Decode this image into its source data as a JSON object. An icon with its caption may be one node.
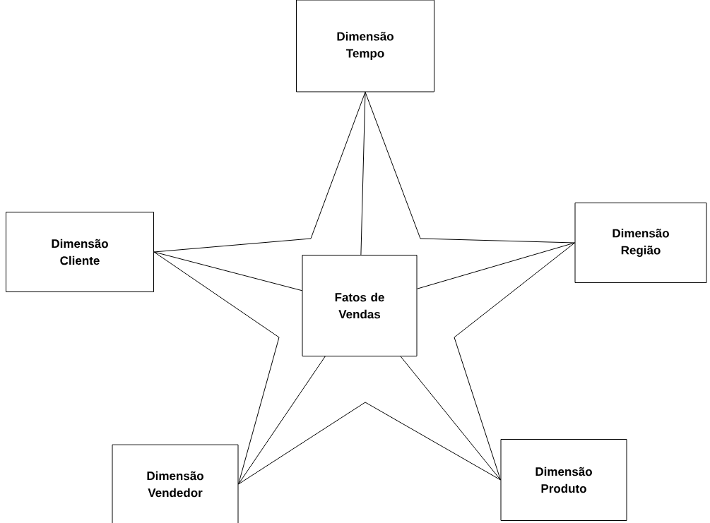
{
  "diagram": {
    "nodes": [
      {
        "text": [
          "Dimensão Tempo"
        ]
      },
      {
        "text": [
          "Dimensão Cliente"
        ]
      },
      {
        "text": [
          "Dimensão Região"
        ]
      },
      {
        "text": [
          "Fatos de Vendas"
        ]
      },
      {
        "text": [
          "Dimensão Vendedor"
        ]
      },
      {
        "text": [
          "Dimensão Produto"
        ]
      }
    ],
    "edges": [
      {
        "from": 3,
        "to": 0,
        "arrow": "none"
      },
      {
        "from": 3,
        "to": 1,
        "arrow": "none"
      },
      {
        "from": 3,
        "to": 2,
        "arrow": "none"
      },
      {
        "from": 3,
        "to": 4,
        "arrow": "none"
      },
      {
        "from": 3,
        "to": 5,
        "arrow": "none"
      },
      {
        "from": 0,
        "to": 1,
        "arrow": "none"
      },
      {
        "from": 1,
        "to": 4,
        "arrow": "none"
      },
      {
        "from": 4,
        "to": 5,
        "arrow": "none"
      },
      {
        "from": 5,
        "to": 2,
        "arrow": "none"
      },
      {
        "from": 2,
        "to": 0,
        "arrow": "none"
      }
    ]
  }
}
